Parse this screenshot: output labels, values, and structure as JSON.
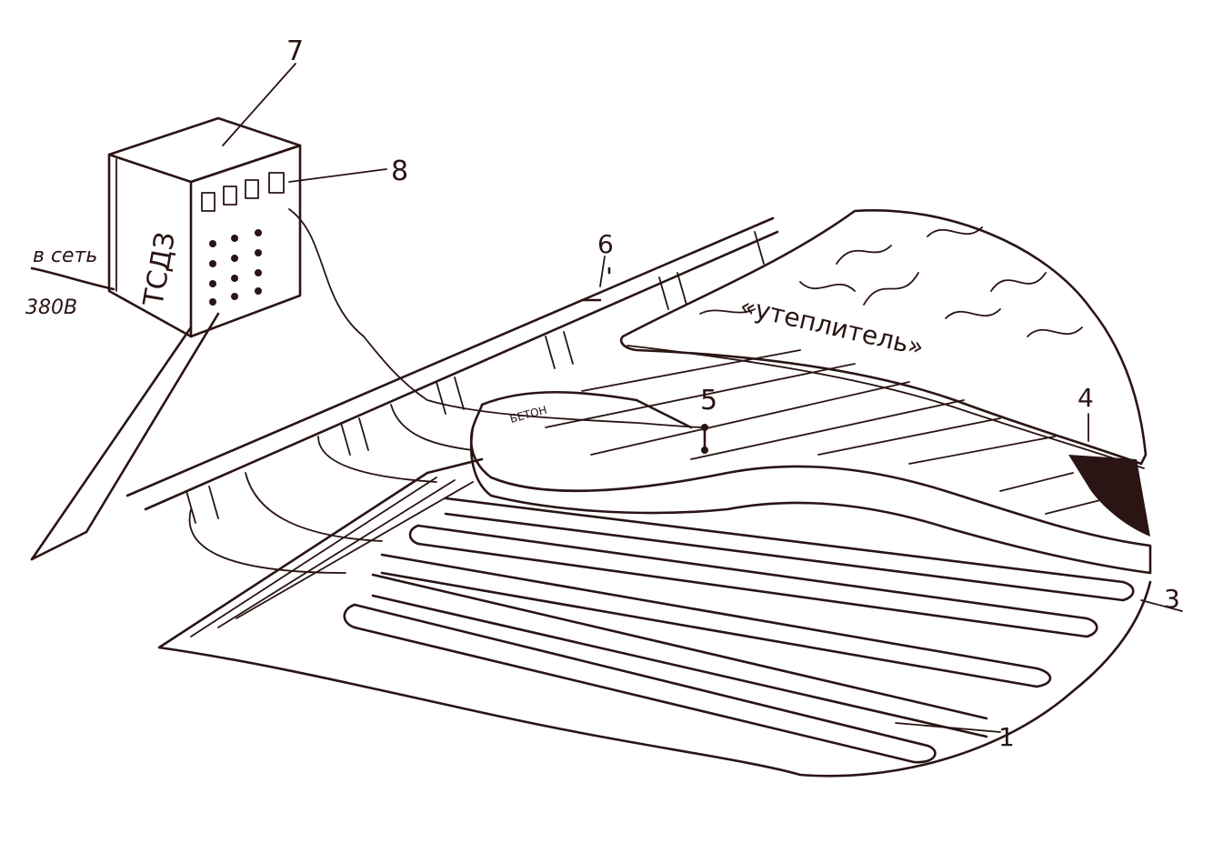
{
  "labels": {
    "n1": "1",
    "n3": "3",
    "n4": "4",
    "n5": "5",
    "n6": "6",
    "n7": "7",
    "n8": "8"
  },
  "box": {
    "side_text": "ТСДЗ"
  },
  "supply": {
    "line1": "в сеть",
    "line2": "380В"
  },
  "layers": {
    "insulation": "«утеплитель»",
    "concrete": "БЕТОН"
  },
  "colors": {
    "ink": "#2a1414",
    "paper": "#ffffff"
  }
}
